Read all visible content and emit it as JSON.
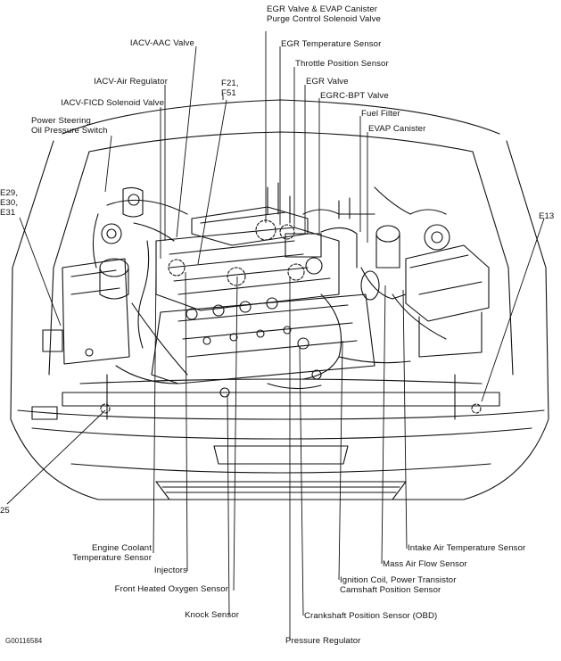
{
  "labels": {
    "egr_evap": [
      "EGR Valve & EVAP Canister",
      "Purge Control Solenoid Valve"
    ],
    "egr_temp": "EGR Temperature Sensor",
    "throttle_pos": "Throttle Position Sensor",
    "egr_valve": "EGR Valve",
    "egrc_bpt": "EGRC-BPT Valve",
    "fuel_filter": "Fuel Filter",
    "evap_canister": "EVAP Canister",
    "iacv_aac": "IACV-AAC Valve",
    "iacv_air": "IACV-Air Regulator",
    "f21_f51": [
      "F21,",
      "F51"
    ],
    "iacv_ficd": "IACV-FICD Solenoid Valve",
    "ps_switch": [
      "Power Steering",
      "Oil Pressure Switch"
    ],
    "e29": [
      "E29,",
      "E30,",
      "E31"
    ],
    "e13": "E13",
    "e125": "25",
    "ect_sensor": [
      "Engine Coolant",
      "Temperature Sensor"
    ],
    "injectors": "Injectors",
    "front_o2": "Front Heated Oxygen Sensor",
    "knock": "Knock Sensor",
    "pressure_reg": "Pressure Regulator",
    "crank_pos": "Crankshaft Position Sensor (OBD)",
    "ignition_coil": [
      "Ignition Coil, Power Transistor",
      "Camshaft Position Sensor"
    ],
    "maf": "Mass Air Flow Sensor",
    "iat": "Intake Air Temperature Sensor"
  },
  "figure_id": "G00116584"
}
